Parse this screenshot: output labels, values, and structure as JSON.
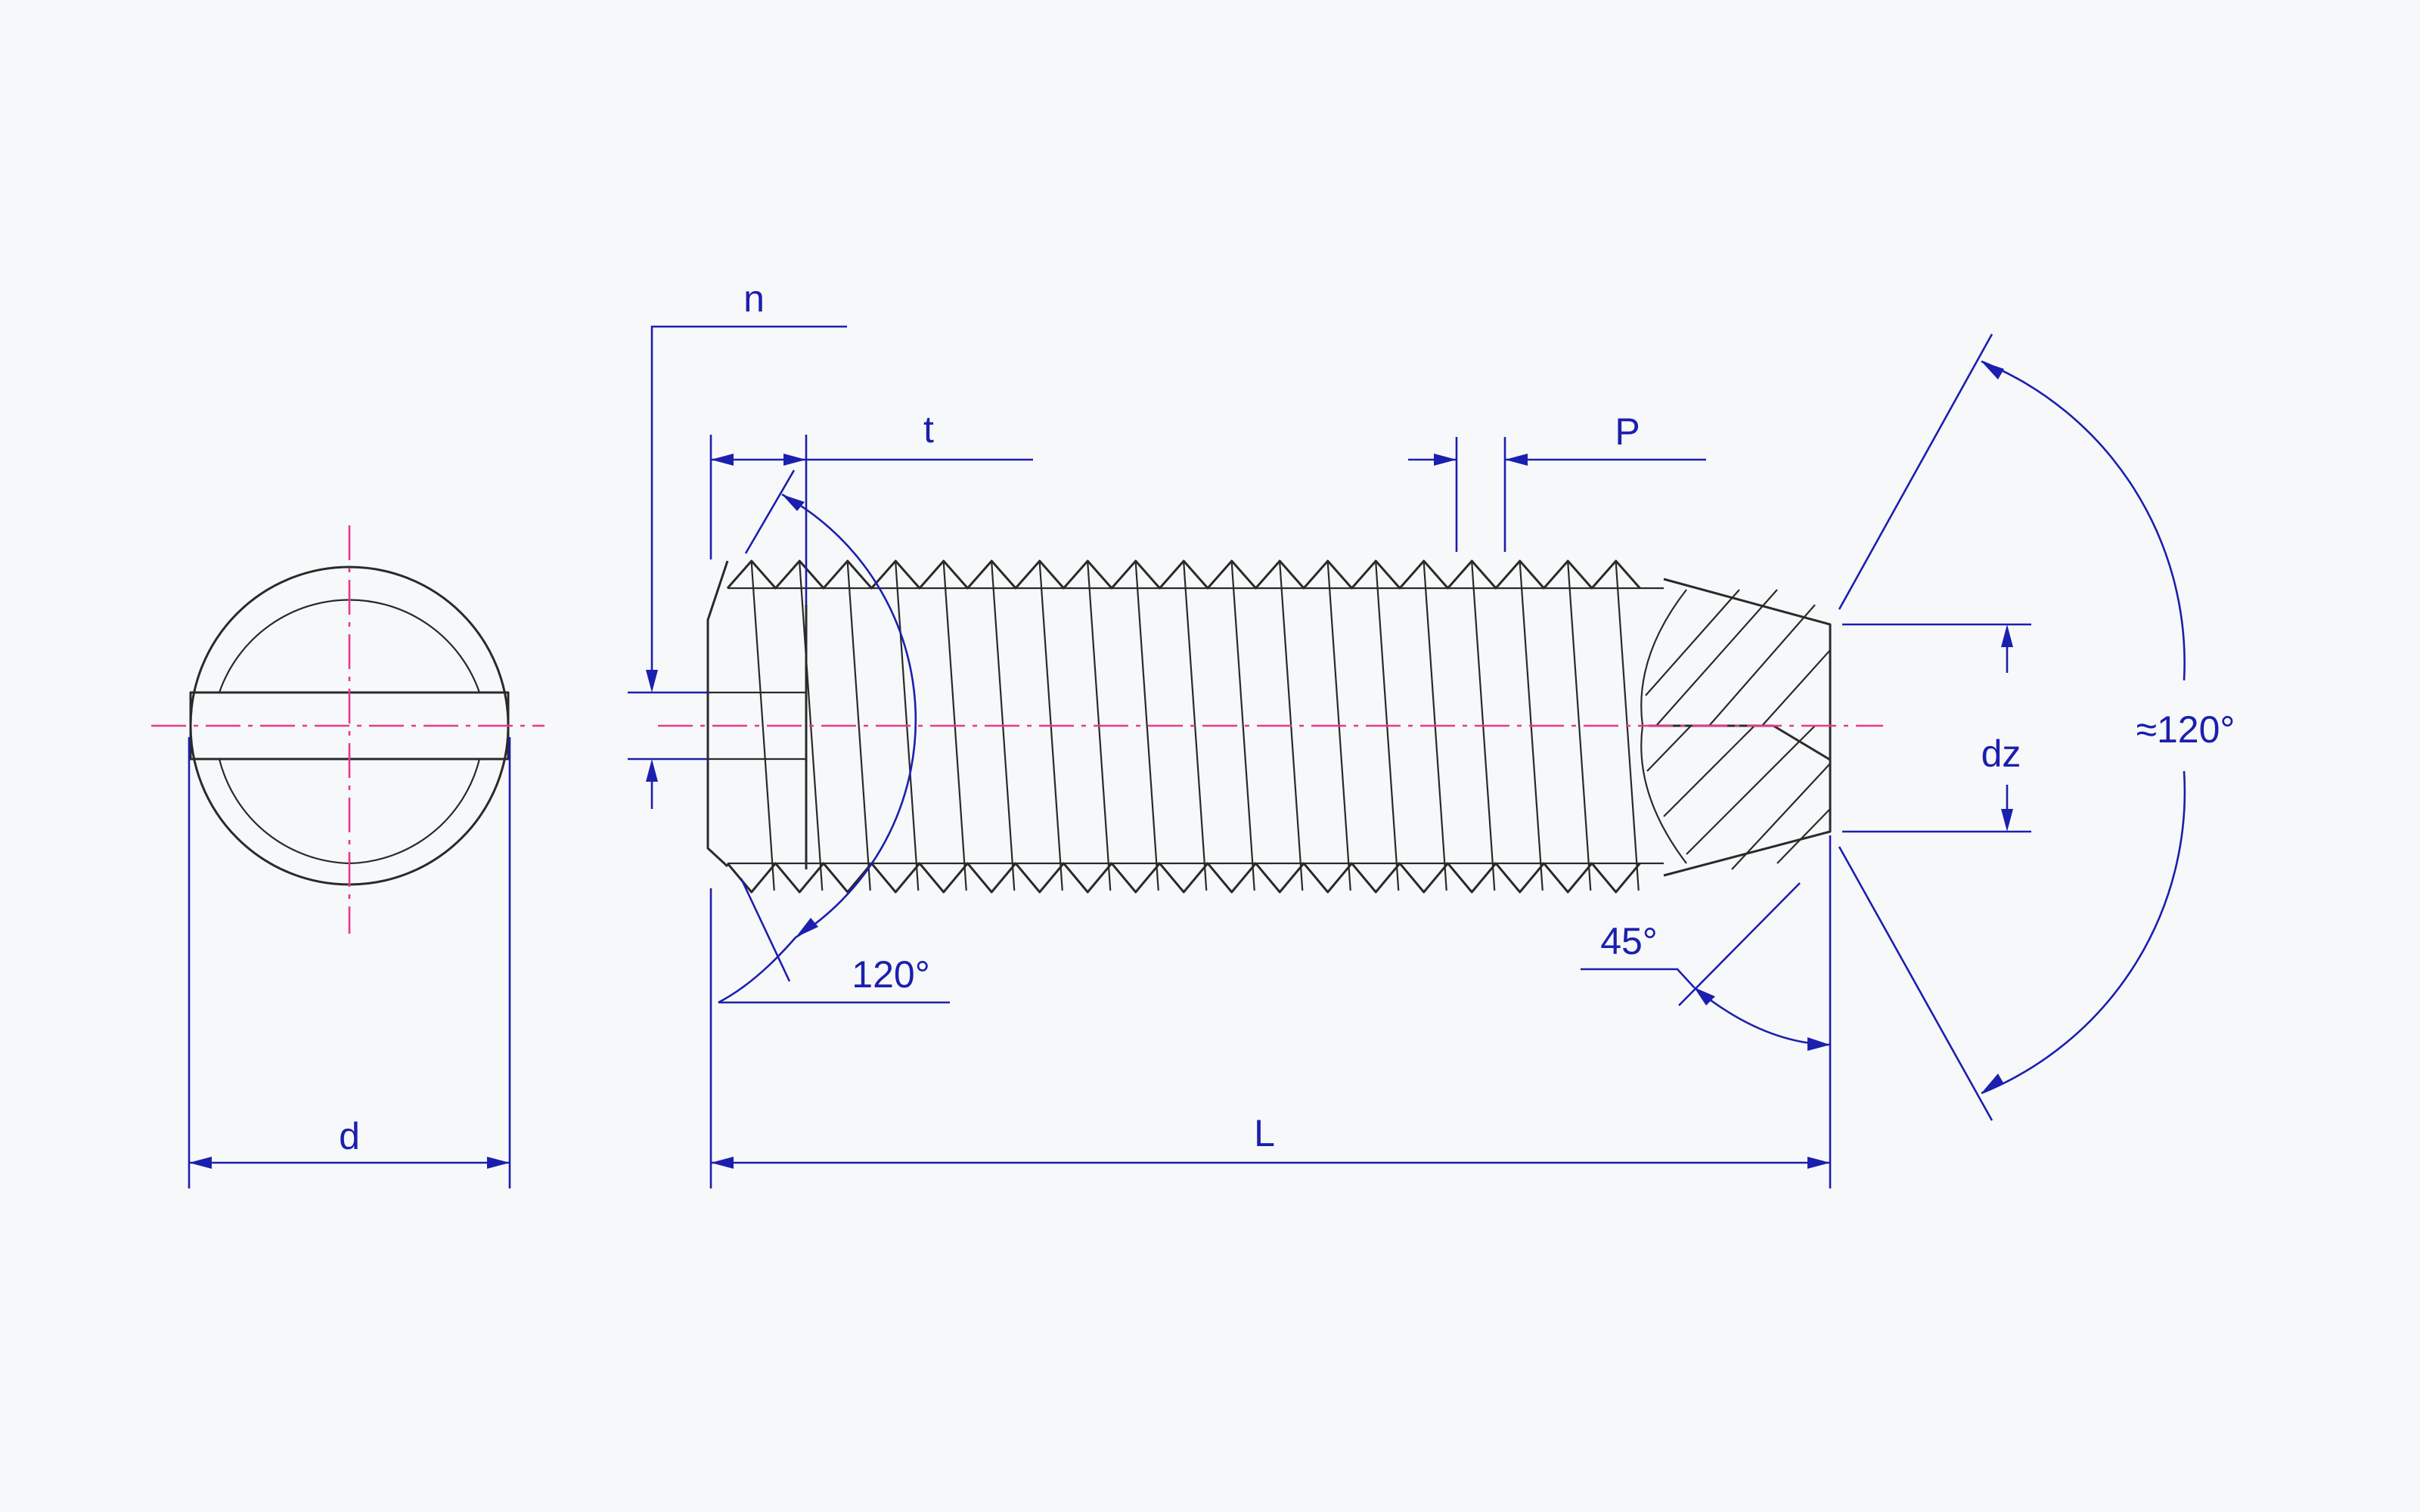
{
  "labels": {
    "n": "n",
    "t": "t",
    "P": "P",
    "dz": "dz",
    "d": "d",
    "L": "L",
    "tip_angle": "≈120°",
    "slot_angle": "120°",
    "chamfer_angle": "45°"
  },
  "colors": {
    "dimension": "#1b1fae",
    "centerline": "#e8388f",
    "outline": "#2a2a2a",
    "background": "#f7f8f9"
  }
}
